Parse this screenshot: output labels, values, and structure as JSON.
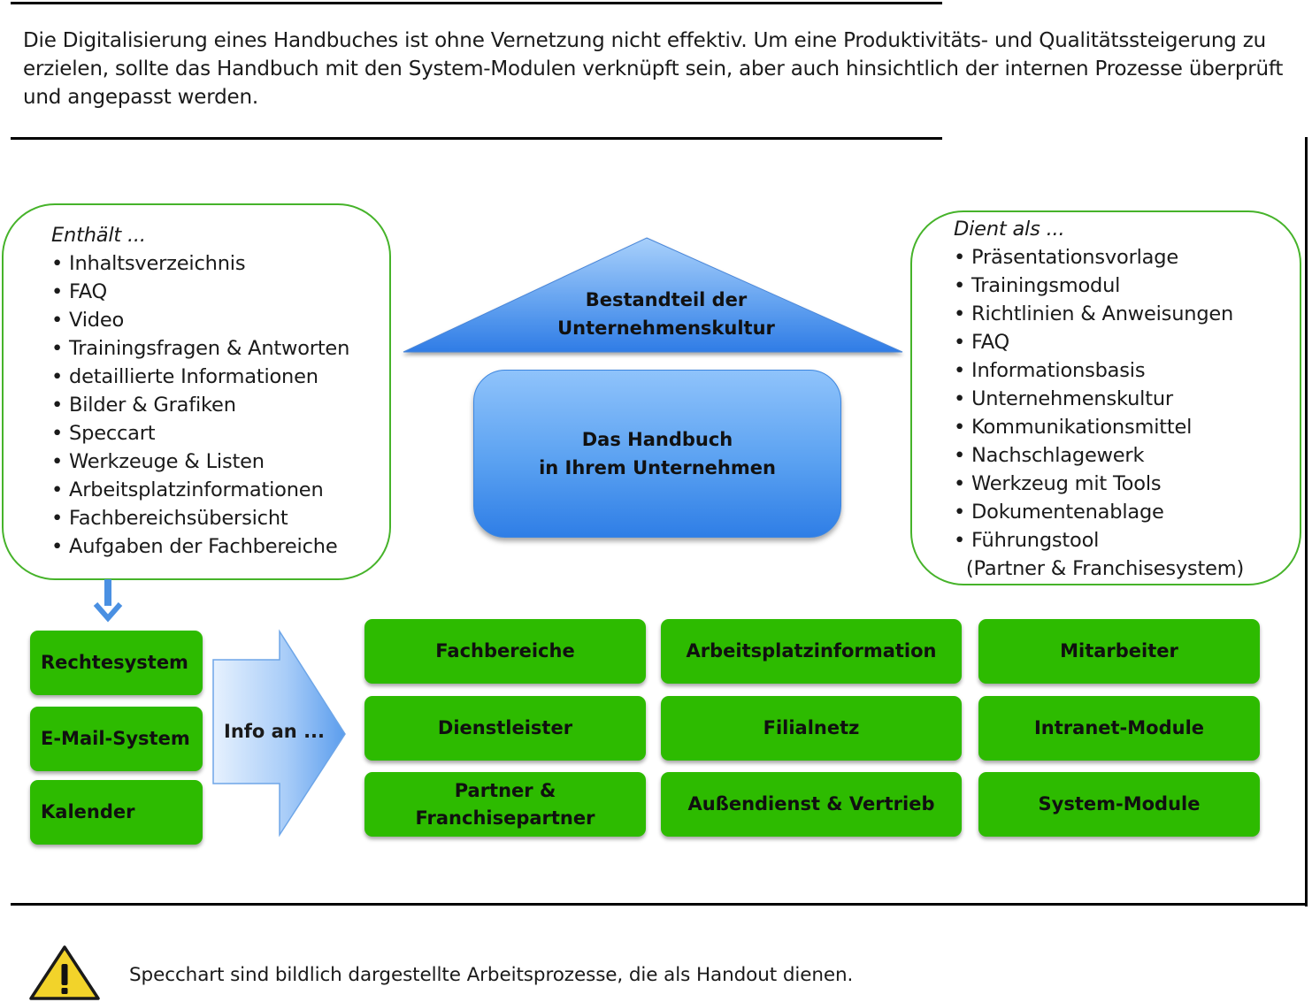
{
  "intro": "Die Digitalisierung eines Handbuches ist ohne Vernetzung nicht effektiv. Um eine Produktivitäts- und Qualitätssteigerung zu erzielen, sollte das Handbuch mit den System-Modulen verknüpft sein, aber auch hinsichtlich der internen Prozesse überprüft und angepasst werden.",
  "left_bubble": {
    "heading": "Enthält ...",
    "items": [
      "• Inhaltsverzeichnis",
      "• FAQ",
      "• Video",
      "• Trainingsfragen & Antworten",
      "• detaillierte Informationen",
      "• Bilder & Grafiken",
      "• Speccart",
      "• Werkzeuge & Listen",
      "• Arbeitsplatzinformationen",
      "• Fachbereichsübersicht",
      "• Aufgaben der Fachbereiche"
    ]
  },
  "right_bubble": {
    "heading": "Dient als ...",
    "items": [
      "• Präsentationsvorlage",
      "• Trainingsmodul",
      "• Richtlinien & Anweisungen",
      "• FAQ",
      "• Informationsbasis",
      "• Unternehmenskultur",
      "• Kommunikationsmittel",
      "• Nachschlagewerk",
      "• Werkzeug mit Tools",
      "• Dokumentenablage",
      "• Führungstool",
      "  (Partner & Franchisesystem)"
    ]
  },
  "roof_text": "Bestandteil der\nUnternehmenskultur",
  "handbook_text": "Das Handbuch\nin Ihrem Unternehmen",
  "left_systems": [
    "Rechtesystem",
    "E-Mail-System",
    "Kalender"
  ],
  "arrow_label": "Info an ...",
  "targets": [
    "Fachbereiche",
    "Arbeitsplatzinformation",
    "Mitarbeiter",
    "Dienstleister",
    "Filialnetz",
    "Intranet-Module",
    "Partner &\nFranchisepartner",
    "Außendienst & Vertrieb",
    "System-Module"
  ],
  "footnote": "Specchart sind bildlich dargestellte Arbeitsprozesse, die als Handout dienen.",
  "colors": {
    "green": "#2dbb00",
    "bubble_border": "#46b32a",
    "blue": "#4a90e2"
  }
}
